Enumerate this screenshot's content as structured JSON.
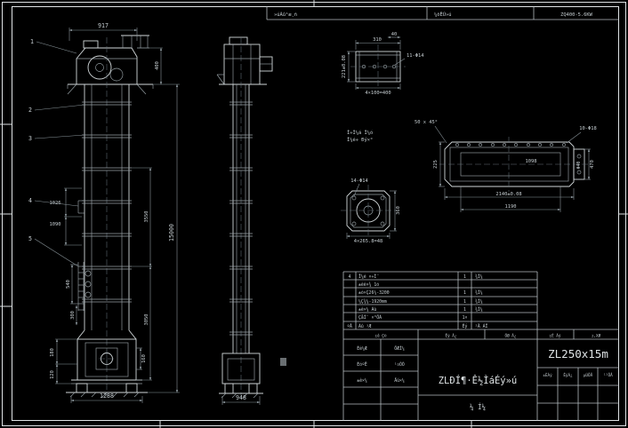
{
  "header": {
    "cell1": "»úÃû¹æ¸ñ",
    "cell2": "¼õËÙ»ú",
    "cell3": "ZQ400-5.6KW"
  },
  "balloons": {
    "b1": "1",
    "b2": "2",
    "b3": "3",
    "b4": "4",
    "b5": "5"
  },
  "front_dims": {
    "width_top": "917",
    "height_total": "15000",
    "mid_upper": "3550",
    "mid_lower": "3050",
    "head_height": "400",
    "left_upper": "1026",
    "left_lower": "1090",
    "ladder_height": "540",
    "ladder_offset": "300",
    "boot_left_upper": "180",
    "boot_left_lower": "120",
    "base_width": "1288",
    "boot_right": "160"
  },
  "side_dims": {
    "base_width": "948"
  },
  "detail_a": {
    "width": "310",
    "tab": "40",
    "holes": "11-Φ14",
    "height": "221±0.08",
    "pitch": "4×100=400"
  },
  "detail_b": {
    "chamfer": "50 x 45°",
    "holes": "10-Φ18",
    "slot_width": "1098",
    "length": "2140±0.08",
    "inner_length": "1190",
    "left_height": "225",
    "right_height": "470",
    "cap_dia": "Φ40",
    "note_line1": "Î÷Î¼á Î¼ó",
    "note_line2": "Î¼é÷ Ðý×°"
  },
  "detail_c": {
    "holes": "14-Φ14",
    "pitch": "4×265.8=48",
    "height": "360"
  },
  "parts_table": {
    "rows": [
      {
        "no": "4",
        "name": "Î¼é ×÷Ì¨",
        "qty": "1",
        "note": "¾Í¼"
      },
      {
        "no": "",
        "name": "±êê×¾ 1ó",
        "qty": "",
        "note": ""
      },
      {
        "no": "",
        "name": "±ó×Ç26¼-3200",
        "qty": "1",
        "note": "¾Í¼"
      },
      {
        "no": "",
        "name": "¼Ç¾¼-1920mm",
        "qty": "1",
        "note": "¾Í¼"
      },
      {
        "no": "",
        "name": "±ê×¼ Áù",
        "qty": "1",
        "note": "¾Í¼"
      },
      {
        "no": "",
        "name": "ÇåÍ¨ ×°ÖÃ",
        "qty": "1×",
        "note": ""
      },
      {
        "no": "ºÅ",
        "name": "Ãû ³Æ",
        "qty": "Êý",
        "note": "²Ä ÁÏ"
      }
    ]
  },
  "title_block": {
    "row_top": {
      "c1": "±ê Ç©",
      "c2": "Êý Á¿",
      "c3": "ÖØ Á¿",
      "c4": "±È Àý",
      "c5": "±,XØ"
    },
    "left_grid": {
      "r1c1": "Éè¼Æ",
      "r1c2": "ÖÆÍ¼",
      "r2c1": "ÉóºË",
      "r2c2": "¹¤ÒÕ",
      "r3c1": "±ê×¼",
      "r3c2": "Åú×¼"
    },
    "model": "ZL250x15m",
    "main_title": "ZLÐÍ¶·Ê½ÌáÉý»ú",
    "sheet_label": "¼ Í¼",
    "right_grid": {
      "c1": "±ÈÀý",
      "c2": "ÊýÁ¿",
      "c3": "µÚÕÅ",
      "c4": "¹²ÕÅ"
    }
  }
}
